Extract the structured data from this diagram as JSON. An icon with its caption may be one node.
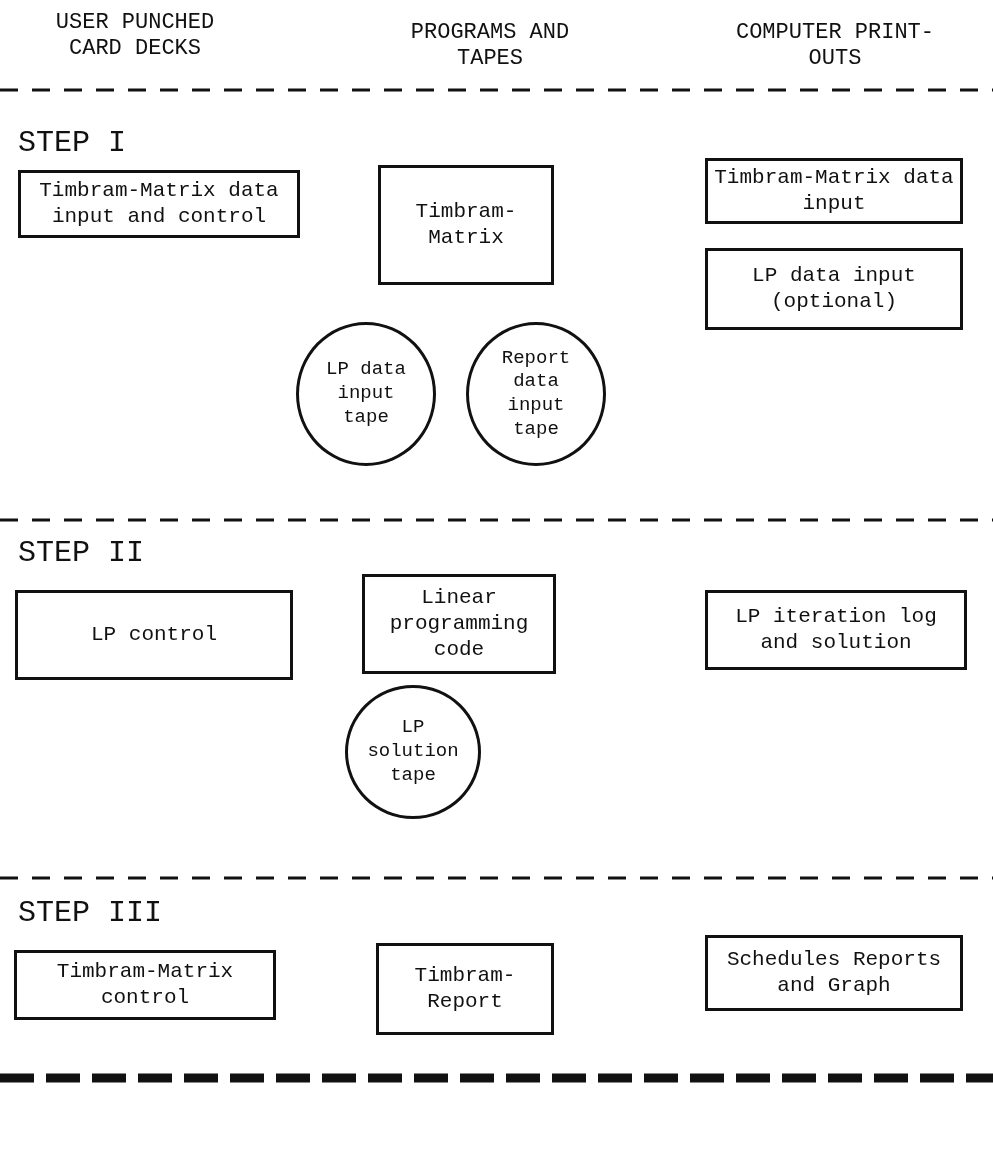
{
  "diagram": {
    "nodes": [
      {
        "text": [
          "Timbram-Matrix data input and control"
        ]
      },
      {
        "text": [
          "Timbram-Matrix"
        ]
      },
      {
        "text": [
          "Timbram-Matrix data input"
        ]
      },
      {
        "text": [
          "LP data input (optional)"
        ]
      },
      {
        "text": [
          "LP data input tape"
        ]
      },
      {
        "text": [
          "Report data input tape"
        ]
      },
      {
        "text": [
          "LP control"
        ]
      },
      {
        "text": [
          "Linear programming code"
        ]
      },
      {
        "text": [
          "LP iteration log and solution"
        ]
      },
      {
        "text": [
          "LP solution tape"
        ]
      },
      {
        "text": [
          "Timbram-Matrix control"
        ]
      },
      {
        "text": [
          "Timbram-Report"
        ]
      },
      {
        "text": [
          "Schedules Reports and Graph"
        ]
      }
    ],
    "labels": [
      "USER PUNCHED CARD DECKS",
      "PROGRAMS AND TAPES",
      "COMPUTER PRINT-OUTS",
      "STEP I",
      "STEP II",
      "STEP III"
    ]
  }
}
